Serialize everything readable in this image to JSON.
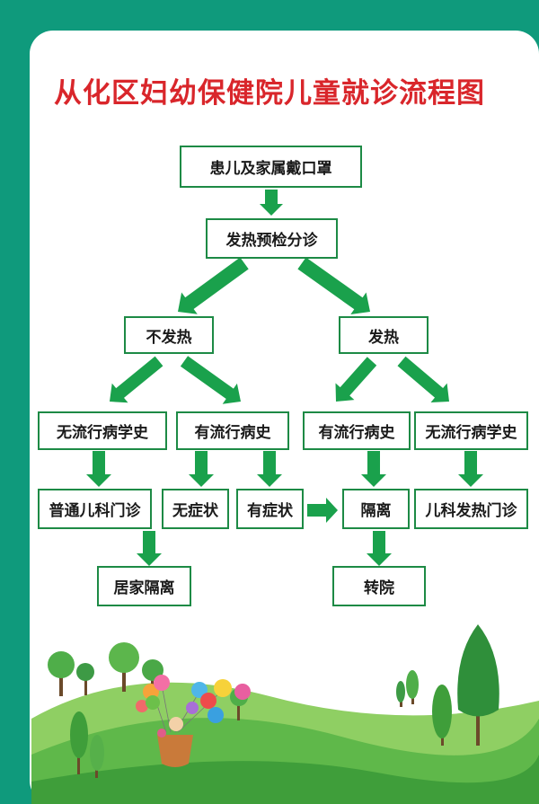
{
  "title": "从化区妇幼保健院儿童就诊流程图",
  "nodes": {
    "mask": "患儿及家属戴口罩",
    "triage": "发热预检分诊",
    "no_fever": "不发热",
    "fever": "发热",
    "nf_no_history": "无流行病学史",
    "nf_has_history": "有流行病史",
    "f_has_history": "有流行病史",
    "f_no_history": "无流行病学史",
    "general_clinic": "普通儿科门诊",
    "no_symptom": "无症状",
    "has_symptom": "有症状",
    "isolation": "隔离",
    "fever_clinic": "儿科发热门诊",
    "home_isolation": "居家隔离",
    "transfer": "转院"
  },
  "colors": {
    "background": "#0f9a7c",
    "title": "#d9262b",
    "border": "#1d8a45",
    "arrow": "#1aa14c"
  }
}
